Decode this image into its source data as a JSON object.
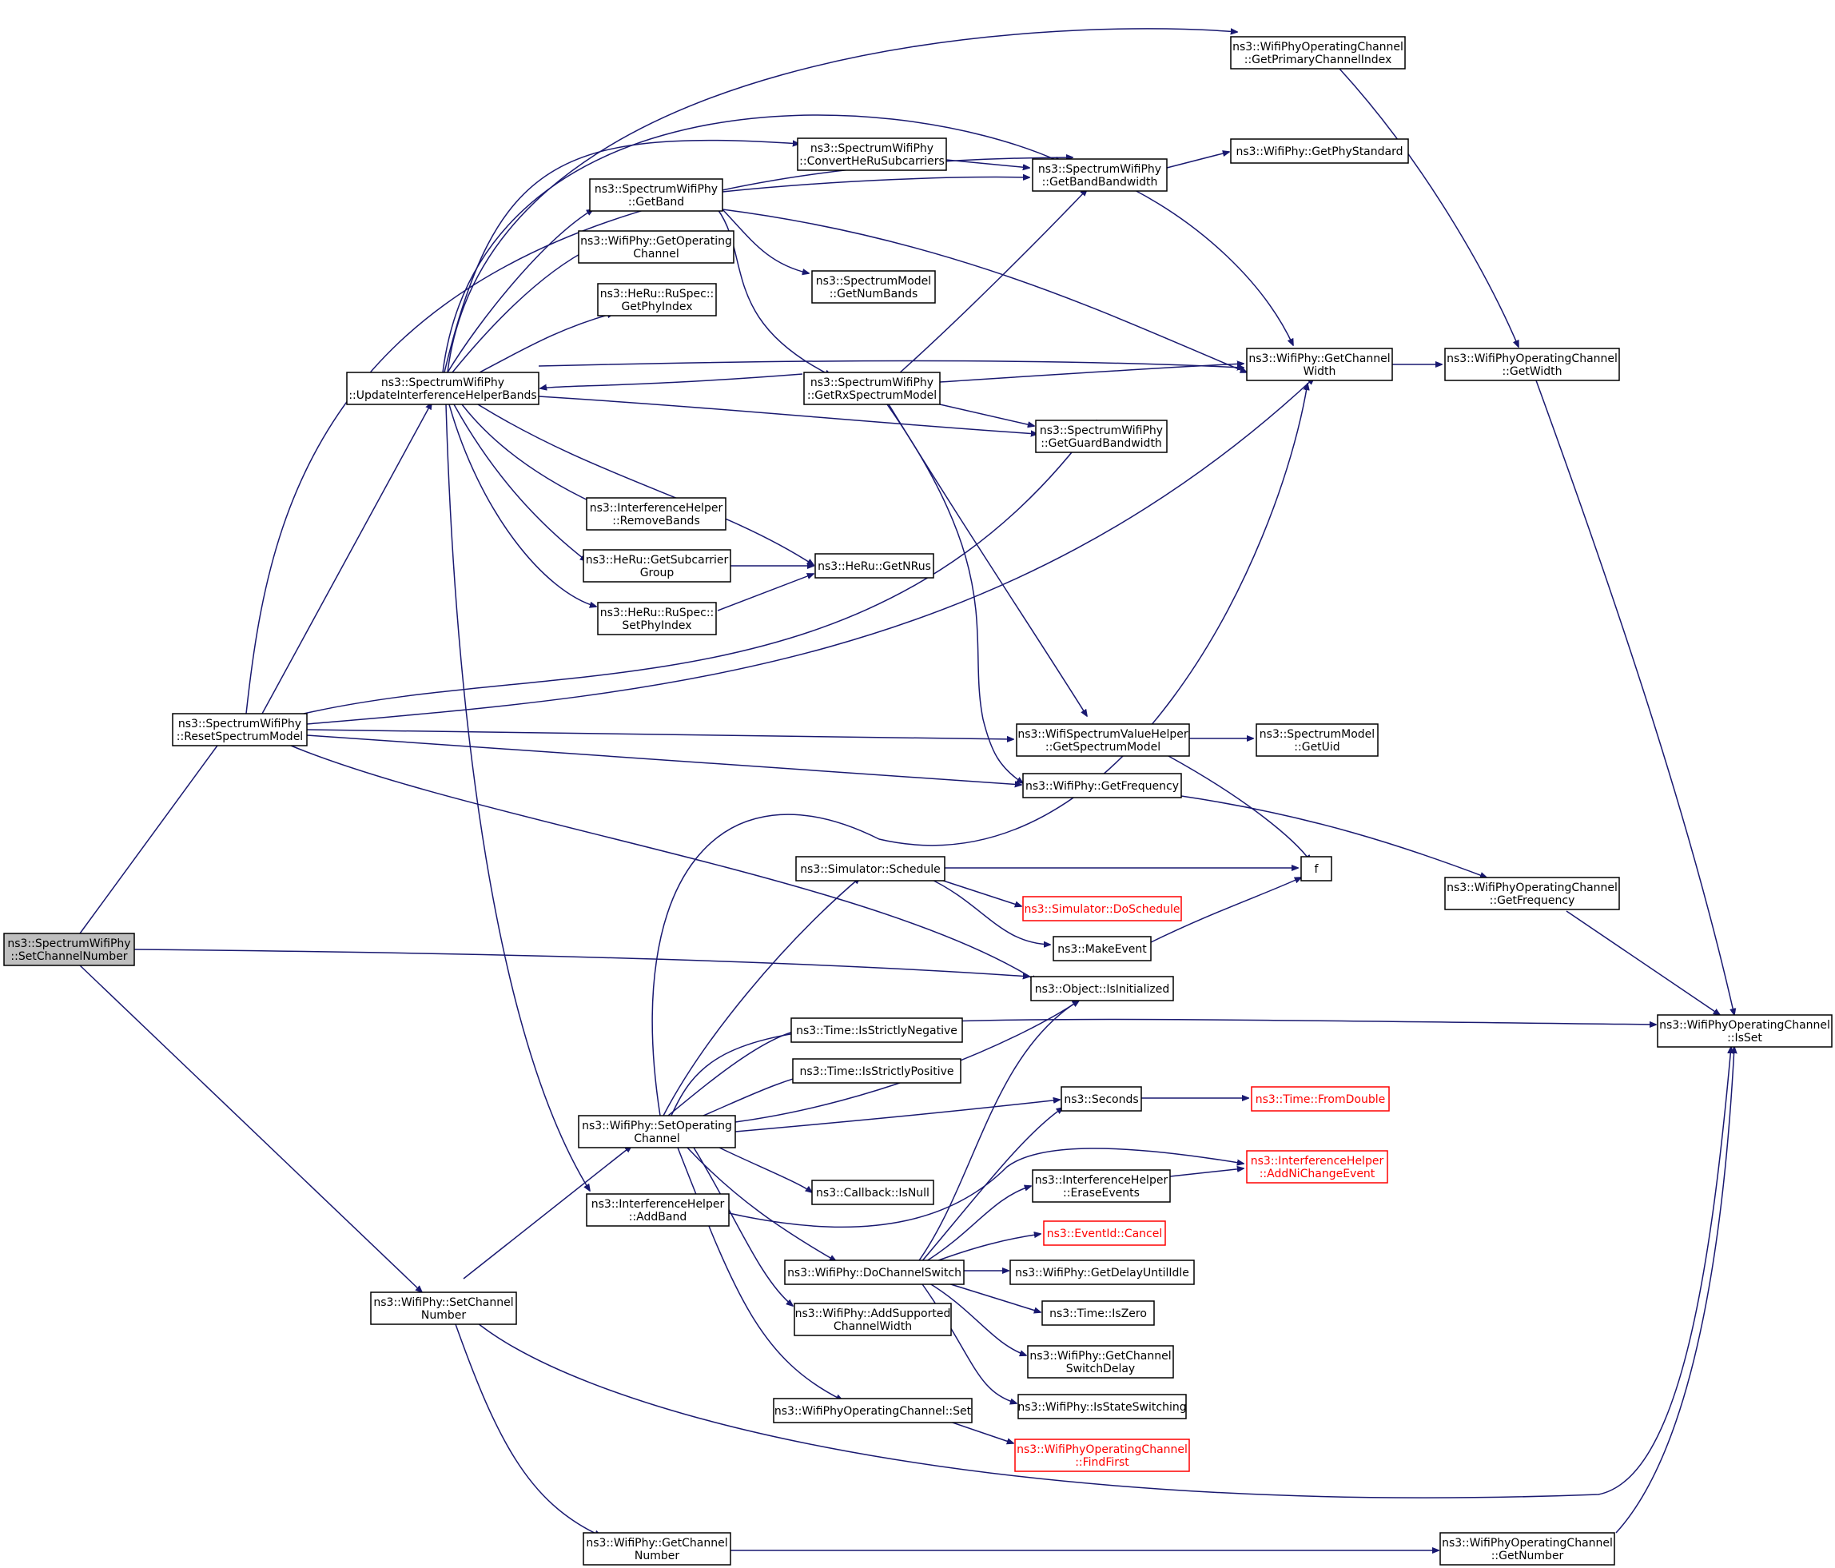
{
  "nodes": {
    "setChannelNumberSpectrum": [
      "ns3::SpectrumWifiPhy",
      "::SetChannelNumber"
    ],
    "resetSpectrumModel": [
      "ns3::SpectrumWifiPhy",
      "::ResetSpectrumModel"
    ],
    "updateInterferenceHelperBands": [
      "ns3::SpectrumWifiPhy",
      "::UpdateInterferenceHelperBands"
    ],
    "getBand": [
      "ns3::SpectrumWifiPhy",
      "::GetBand"
    ],
    "getOperatingChannel": [
      "ns3::WifiPhy::GetOperating",
      "Channel"
    ],
    "ruSpecGetPhyIndex": [
      "ns3::HeRu::RuSpec::",
      "GetPhyIndex"
    ],
    "convertHeRuSubcarriers": [
      "ns3::SpectrumWifiPhy",
      "::ConvertHeRuSubcarriers"
    ],
    "getBandBandwidth": [
      "ns3::SpectrumWifiPhy",
      "::GetBandBandwidth"
    ],
    "getPrimaryChannelIndex": [
      "ns3::WifiPhyOperatingChannel",
      "::GetPrimaryChannelIndex"
    ],
    "getPhyStandard": [
      "ns3::WifiPhy::GetPhyStandard"
    ],
    "spectrumModelGetNumBands": [
      "ns3::SpectrumModel",
      "::GetNumBands"
    ],
    "getRxSpectrumModel": [
      "ns3::SpectrumWifiPhy",
      "::GetRxSpectrumModel"
    ],
    "getChannelWidth": [
      "ns3::WifiPhy::GetChannel",
      "Width"
    ],
    "opChannelGetWidth": [
      "ns3::WifiPhyOperatingChannel",
      "::GetWidth"
    ],
    "getGuardBandwidth": [
      "ns3::SpectrumWifiPhy",
      "::GetGuardBandwidth"
    ],
    "removeBands": [
      "ns3::InterferenceHelper",
      "::RemoveBands"
    ],
    "getSubcarrierGroup": [
      "ns3::HeRu::GetSubcarrier",
      "Group"
    ],
    "getNRus": [
      "ns3::HeRu::GetNRus"
    ],
    "ruSpecSetPhyIndex": [
      "ns3::HeRu::RuSpec::",
      "SetPhyIndex"
    ],
    "wifiSpectrumValueHelperGetSpectrumModel": [
      "ns3::WifiSpectrumValueHelper",
      "::GetSpectrumModel"
    ],
    "spectrumModelGetUid": [
      "ns3::SpectrumModel",
      "::GetUid"
    ],
    "wifiPhyGetFrequency": [
      "ns3::WifiPhy::GetFrequency"
    ],
    "simulatorSchedule": [
      "ns3::Simulator::Schedule"
    ],
    "f": [
      "f"
    ],
    "simulatorDoSchedule": [
      "ns3::Simulator::DoSchedule"
    ],
    "opChannelGetFrequency": [
      "ns3::WifiPhyOperatingChannel",
      "::GetFrequency"
    ],
    "makeEvent": [
      "ns3::MakeEvent"
    ],
    "objectIsInitialized": [
      "ns3::Object::IsInitialized"
    ],
    "opChannelIsSet": [
      "ns3::WifiPhyOperatingChannel",
      "::IsSet"
    ],
    "timeIsStrictlyNegative": [
      "ns3::Time::IsStrictlyNegative"
    ],
    "timeIsStrictlyPositive": [
      "ns3::Time::IsStrictlyPositive"
    ],
    "setOperatingChannel": [
      "ns3::WifiPhy::SetOperating",
      "Channel"
    ],
    "seconds": [
      "ns3::Seconds"
    ],
    "timeFromDouble": [
      "ns3::Time::FromDouble"
    ],
    "addNiChangeEvent": [
      "ns3::InterferenceHelper",
      "::AddNiChangeEvent"
    ],
    "eraseEvents": [
      "ns3::InterferenceHelper",
      "::EraseEvents"
    ],
    "callbackIsNull": [
      "ns3::Callback::IsNull"
    ],
    "addBand": [
      "ns3::InterferenceHelper",
      "::AddBand"
    ],
    "eventIdCancel": [
      "ns3::EventId::Cancel"
    ],
    "doChannelSwitch": [
      "ns3::WifiPhy::DoChannelSwitch"
    ],
    "getDelayUntilIdle": [
      "ns3::WifiPhy::GetDelayUntilIdle"
    ],
    "addSupportedChannelWidth": [
      "ns3::WifiPhy::AddSupported",
      "ChannelWidth"
    ],
    "timeIsZero": [
      "ns3::Time::IsZero"
    ],
    "setChannelNumberWifi": [
      "ns3::WifiPhy::SetChannel",
      "Number"
    ],
    "getChannelSwitchDelay": [
      "ns3::WifiPhy::GetChannel",
      "SwitchDelay"
    ],
    "isStateSwitching": [
      "ns3::WifiPhy::IsStateSwitching"
    ],
    "opChannelSet": [
      "ns3::WifiPhyOperatingChannel::Set"
    ],
    "opChannelFindFirst": [
      "ns3::WifiPhyOperatingChannel",
      "::FindFirst"
    ],
    "getChannelNumber": [
      "ns3::WifiPhy::GetChannel",
      "Number"
    ],
    "opChannelGetNumber": [
      "ns3::WifiPhyOperatingChannel",
      "::GetNumber"
    ]
  },
  "edge_color": "#191970",
  "highlighted_node_fill": "#bfbfbf",
  "truncated_node_border": "#ff0000"
}
